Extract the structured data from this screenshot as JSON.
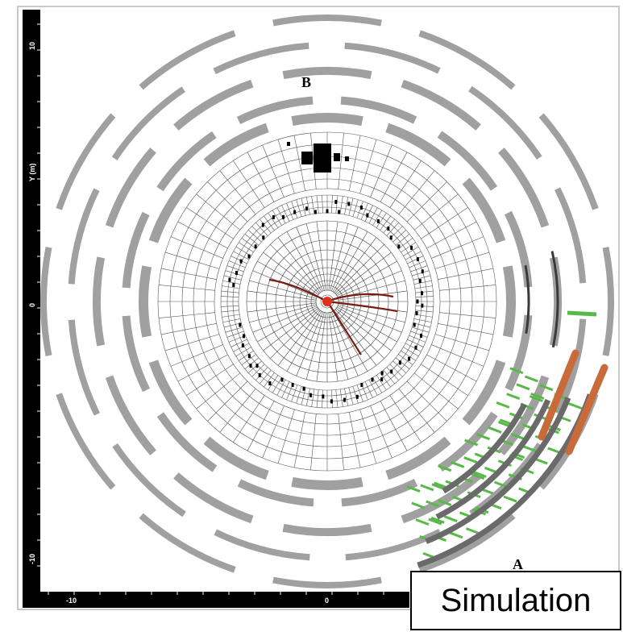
{
  "axes": {
    "y_label": "Y (m)",
    "y_ticks": [
      "10",
      "0",
      "-10"
    ],
    "x_ticks": [
      "-10",
      "0"
    ]
  },
  "labels": {
    "region_a": "A",
    "region_b": "B"
  },
  "badge": {
    "text": "Simulation"
  },
  "colors": {
    "muon_chambers": "#a0a0a0",
    "hits": "#58b848",
    "trigger": "#c86a3a",
    "tracks": "#7a1a10",
    "vertex": "#e03020",
    "axis_bar": "#000000"
  }
}
